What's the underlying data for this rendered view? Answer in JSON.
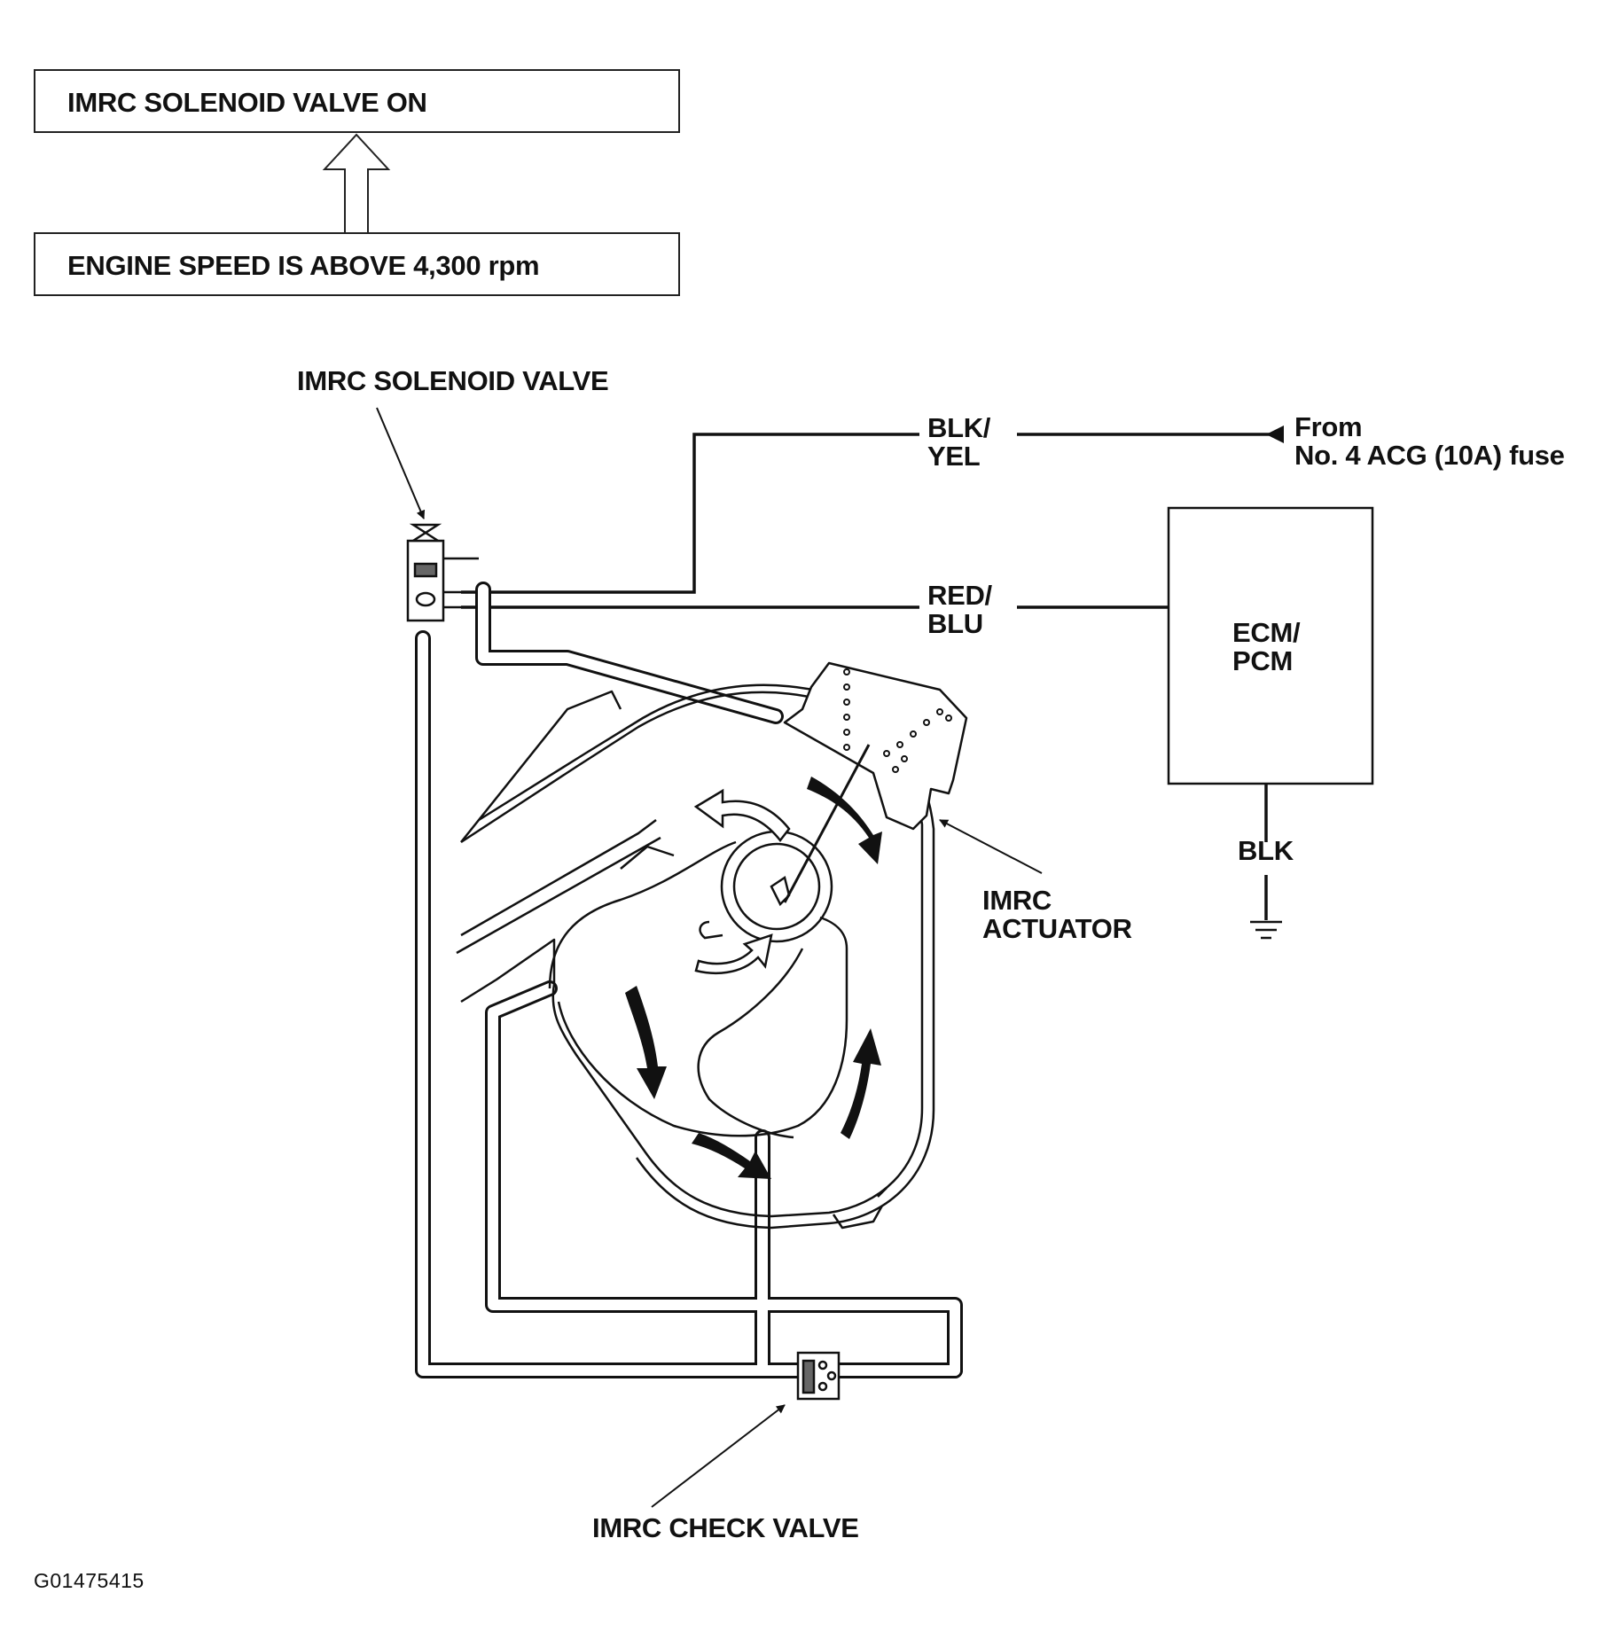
{
  "flow": {
    "result_box": "IMRC SOLENOID VALVE ON",
    "condition_box": "ENGINE SPEED IS ABOVE 4,300 rpm"
  },
  "labels": {
    "solenoid_valve": "IMRC SOLENOID VALVE",
    "wire_top": {
      "line1": "BLK/",
      "line2": "YEL"
    },
    "wire_bottom": {
      "line1": "RED/",
      "line2": "BLU"
    },
    "fuse_source": {
      "line1": "From",
      "line2": "No. 4 ACG (10A) fuse"
    },
    "ecm": {
      "line1": "ECM/",
      "line2": "PCM"
    },
    "ground_wire": "BLK",
    "actuator": {
      "line1": "IMRC",
      "line2": "ACTUATOR"
    },
    "check_valve": "IMRC CHECK VALVE"
  },
  "figure_code": "G01475415",
  "colors": {
    "line": "#111111",
    "background": "#ffffff"
  }
}
